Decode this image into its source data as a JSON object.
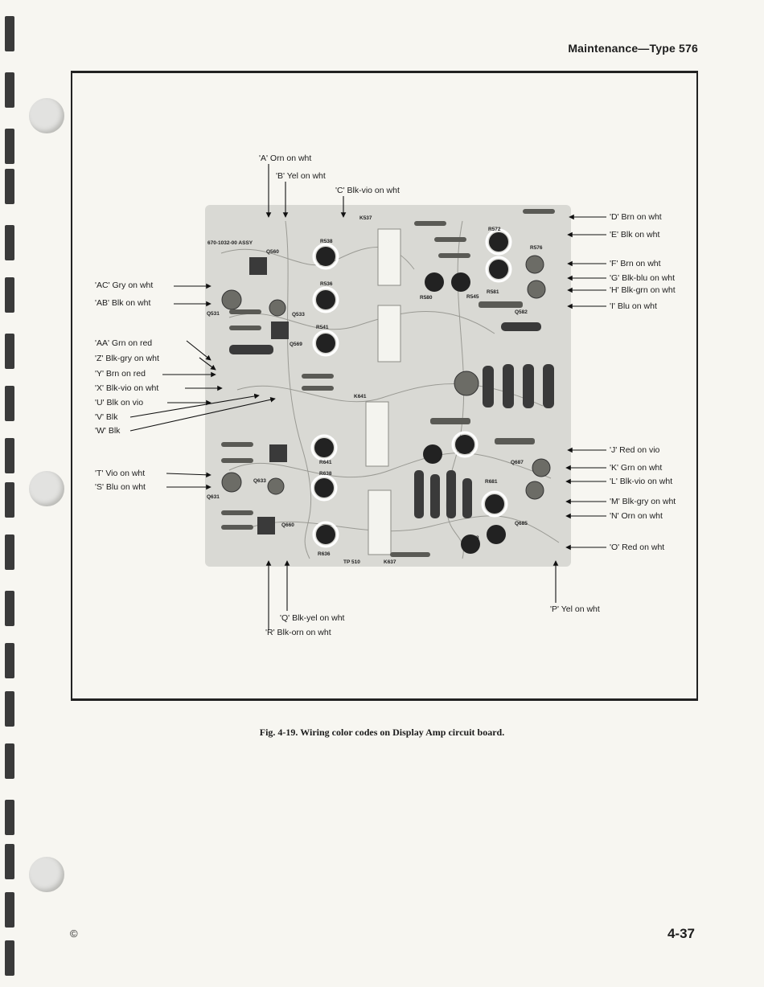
{
  "header": {
    "title": "Maintenance—Type 576"
  },
  "figure": {
    "caption": "Fig. 4-19. Wiring color codes on Display Amp circuit board.",
    "board_assy": "670-1032-00 ASSY",
    "top_labels": {
      "a": "'A' Orn on wht",
      "b": "'B' Yel on wht",
      "c": "'C' Blk-vio on wht"
    },
    "right_labels": {
      "d": "'D' Brn on wht",
      "e": "'E' Blk on wht",
      "f": "'F' Brn on wht",
      "g": "'G' Blk-blu on wht",
      "h": "'H' Blk-grn on wht",
      "i": "'I' Blu on wht",
      "j": "'J' Red on vio",
      "k": "'K' Grn on wht",
      "l": "'L' Blk-vio on wht",
      "m": "'M' Blk-gry on wht",
      "n": "'N' Orn on wht",
      "o": "'O' Red on wht",
      "p": "'P' Yel on wht"
    },
    "left_labels": {
      "ac": "'AC' Gry on wht",
      "ab": "'AB' Blk on wht",
      "aa": "'AA' Grn on red",
      "z": "'Z' Blk-gry on wht",
      "y": "'Y' Brn on red",
      "x": "'X' Blk-vio on wht",
      "u": "'U' Blk on vio",
      "v": "'V' Blk",
      "w": "'W' Blk",
      "t": "'T' Vio on wht",
      "s": "'S' Blu on wht"
    },
    "bottom_labels": {
      "q": "'Q' Blk-yel on wht",
      "r": "'R' Blk-orn on wht"
    },
    "board_refs": {
      "r538": "R538",
      "r536": "R536",
      "r541": "R541",
      "q560": "Q560",
      "q531": "Q531",
      "q569": "Q569",
      "q533": "Q533",
      "k537": "K537",
      "r572": "R572",
      "r576": "R576",
      "r581": "R581",
      "r580": "R580",
      "r545": "R545",
      "q582": "Q582",
      "k641": "K641",
      "r641": "R641",
      "r638": "R638",
      "r636": "R636",
      "tp510": "TP 510",
      "k637": "K637",
      "q631": "Q631",
      "q633": "Q633",
      "q660": "Q660",
      "q687": "Q687",
      "r681": "R681",
      "q685": "Q685",
      "r678": "R678"
    }
  },
  "footer": {
    "copyright": "©",
    "page": "4-37"
  }
}
